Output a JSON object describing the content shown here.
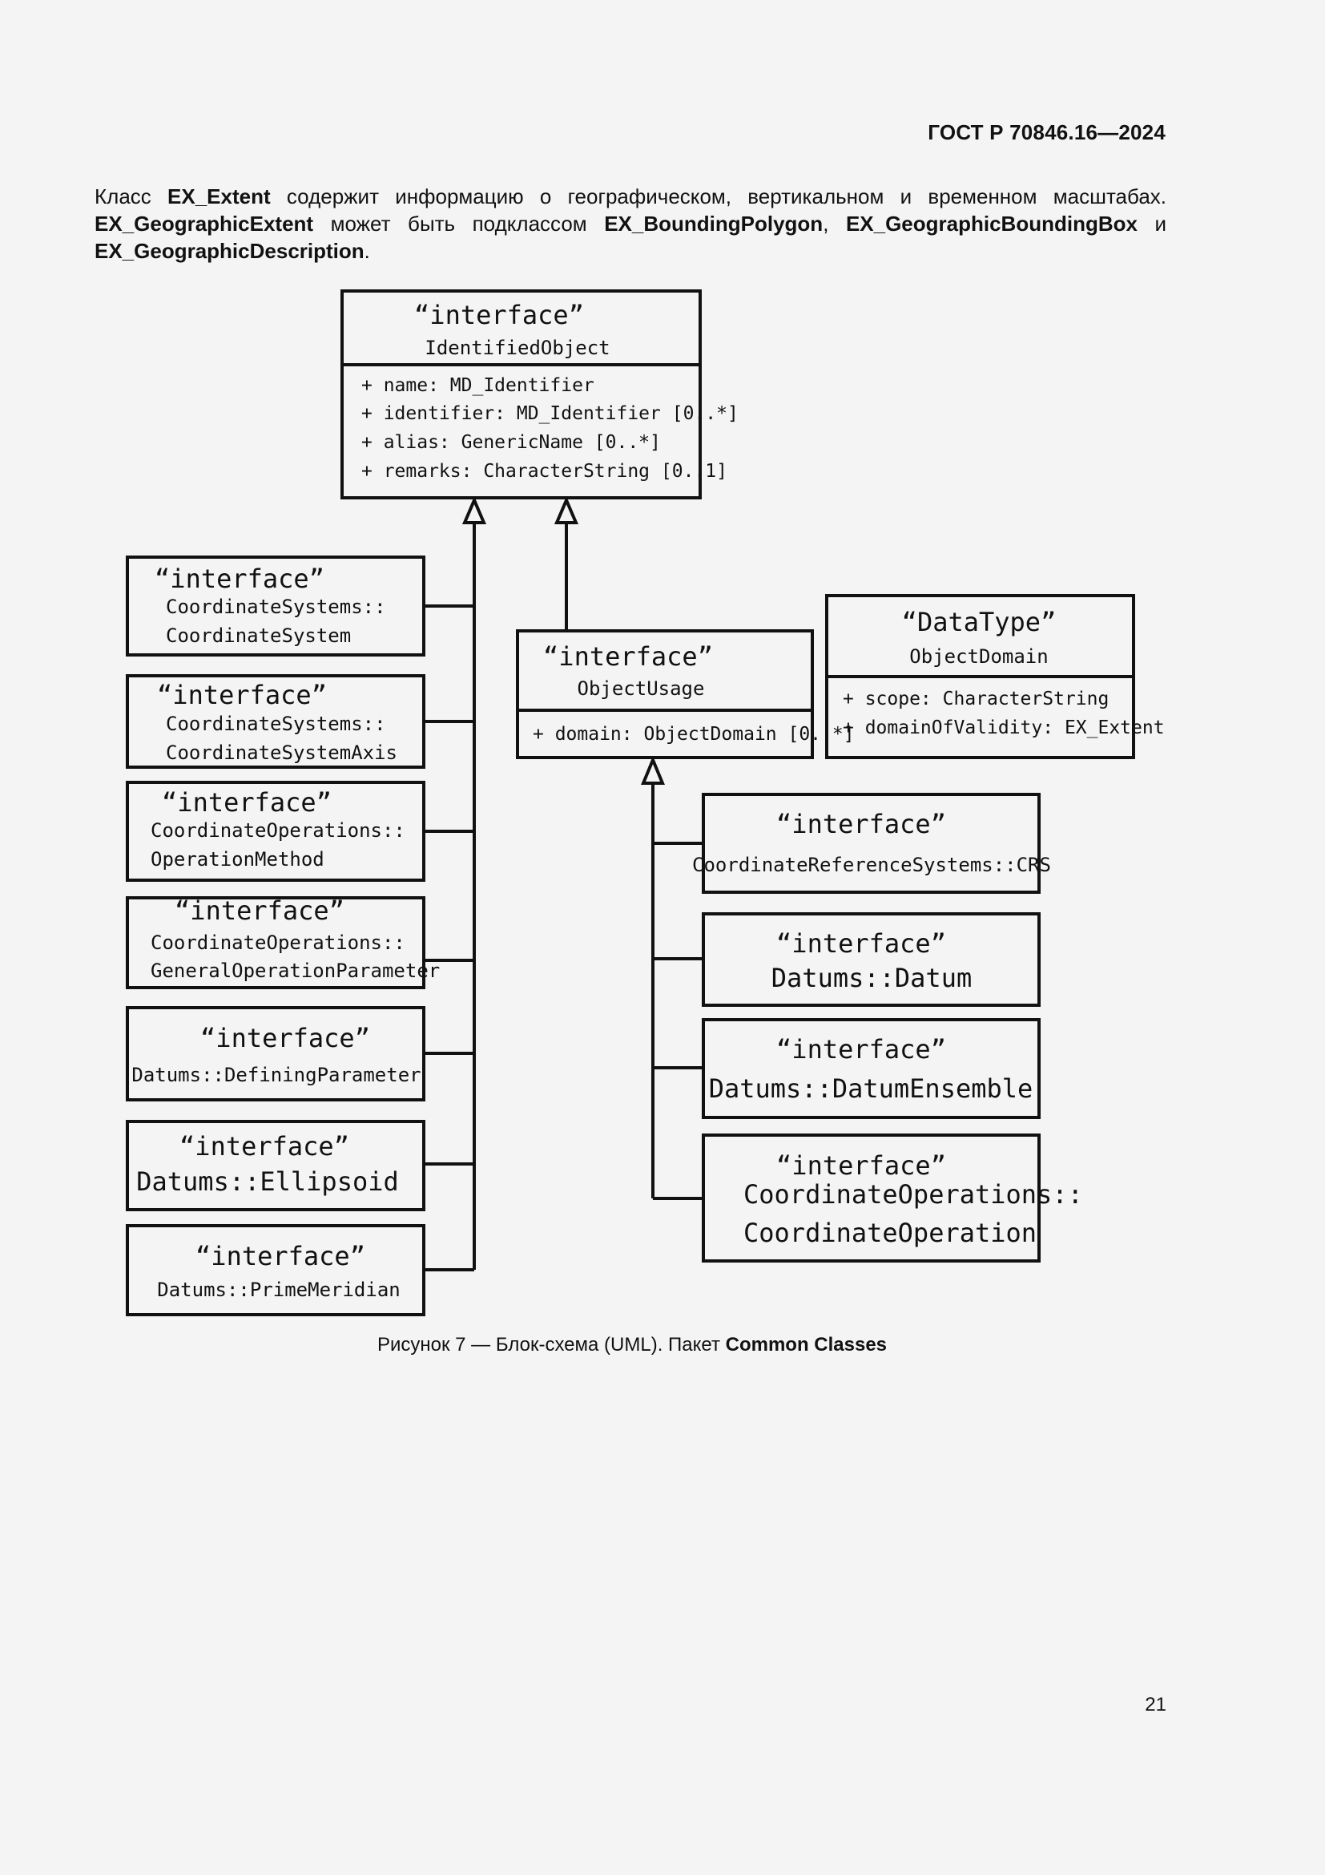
{
  "header": {
    "doc_id": "ГОСТ Р 70846.16—2024"
  },
  "intro": {
    "p1": "Класс ",
    "b1": "EX_Extent",
    "p2": " содержит информацию о географическом, вертикальном и временном масштабах. ",
    "b2": "EX_GeographicExtent",
    "p3": " может быть подклассом ",
    "b3": "EX_BoundingPolygon",
    "p4": ", ",
    "b4": "EX_GeographicBoundingBox",
    "p5": " и ",
    "b5": "EX_GeographicDescription",
    "p6": "."
  },
  "diagram": {
    "identified_object": {
      "stereotype": "“interface”",
      "name": "IdentifiedObject",
      "attributes": [
        "+ name: MD_Identifier",
        "+ identifier: MD_Identifier [0..*]",
        "+ alias: GenericName [0..*]",
        "+ remarks: CharacterString [0..1]"
      ]
    },
    "object_usage": {
      "stereotype": "“interface”",
      "name": "ObjectUsage",
      "attributes": [
        "+ domain: ObjectDomain [0..*]"
      ]
    },
    "object_domain": {
      "stereotype": "“DataType”",
      "name": "ObjectDomain",
      "attributes": [
        "+ scope: CharacterString",
        "+ domainOfValidity: EX_Extent"
      ]
    },
    "left_boxes": [
      {
        "stereotype": "“interface”",
        "lines": [
          "CoordinateSystems::",
          "CoordinateSystem"
        ]
      },
      {
        "stereotype": "“interface”",
        "lines": [
          "CoordinateSystems::",
          "CoordinateSystemAxis"
        ]
      },
      {
        "stereotype": "“interface”",
        "lines": [
          "CoordinateOperations::",
          "OperationMethod"
        ]
      },
      {
        "stereotype": "“interface”",
        "lines": [
          "CoordinateOperations::",
          "GeneralOperationParameter"
        ]
      },
      {
        "stereotype": "“interface”",
        "lines": [
          "Datums::DefiningParameter"
        ]
      },
      {
        "stereotype": "“interface”",
        "lines": [
          "Datums::Ellipsoid"
        ]
      },
      {
        "stereotype": "“interface”",
        "lines": [
          "Datums::PrimeMeridian"
        ]
      }
    ],
    "right_boxes": [
      {
        "stereotype": "“interface”",
        "lines": [
          "CoordinateReferenceSystems::CRS"
        ]
      },
      {
        "stereotype": "“interface”",
        "lines": [
          "Datums::Datum"
        ]
      },
      {
        "stereotype": "“interface”",
        "lines": [
          "Datums::DatumEnsemble"
        ]
      },
      {
        "stereotype": "“interface”",
        "lines": [
          "CoordinateOperations::",
          "CoordinateOperation"
        ]
      }
    ]
  },
  "caption": {
    "prefix": "Рисунок 7 — Блок-схема (UML). Пакет ",
    "bold": "Common Classes"
  },
  "page_number": "21"
}
